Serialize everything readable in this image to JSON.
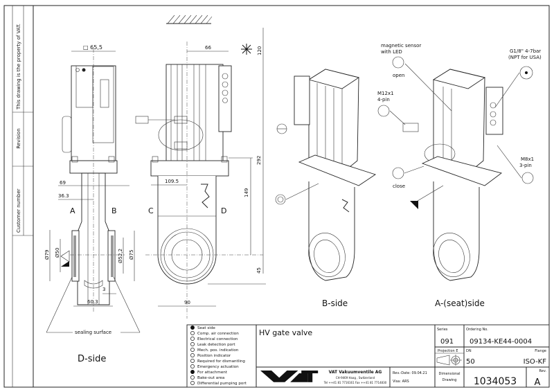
{
  "side_strip": {
    "property_note": "This drawing is the property of VAT.",
    "revision_label": "Revision",
    "customer_number_label": "Customer number"
  },
  "views": {
    "d_side": {
      "caption": "D-side",
      "dim_square": "□ 65,5",
      "dim_69": "69",
      "dim_36_3": "36.3",
      "label_a": "A",
      "label_b": "B",
      "dim_d79": "Ø79",
      "dim_d50": "Ø50",
      "dim_d52_2": "Ø52,2",
      "dim_d75": "Ø75",
      "dim_3": "3",
      "dim_60_3": "60.3",
      "sealing_surface": "sealing surface"
    },
    "c_view": {
      "dim_66": "66",
      "dim_120": "120",
      "dim_292": "292",
      "dim_149": "149",
      "dim_45": "45",
      "dim_109_5": "109.5",
      "dim_90": "90",
      "label_c": "C",
      "label_d": "D"
    },
    "b_side": {
      "caption": "B-side"
    },
    "a_side": {
      "caption": "A-(seat)side",
      "magnetic_sensor_1": "magnetic sensor",
      "magnetic_sensor_2": "with LED",
      "open": "open",
      "close": "close",
      "m12_1": "M12x1",
      "m12_2": "4-pin",
      "g18_1": "G1/8\" 4-7bar",
      "g18_2": "(NPT for USA)",
      "m8_1": "M8x1",
      "m8_2": "3-pin"
    }
  },
  "legend": [
    {
      "icon": "seat-side",
      "label": "Seat side"
    },
    {
      "icon": "comp-air",
      "label": "Comp. air connection"
    },
    {
      "icon": "electrical",
      "label": "Electrical connection"
    },
    {
      "icon": "leak-detection",
      "label": "Leak detection port"
    },
    {
      "icon": "mech-pos",
      "label": "Mech. pos. indication"
    },
    {
      "icon": "position-indicator",
      "label": "Position indicator"
    },
    {
      "icon": "dismantling",
      "label": "Required for dismantling"
    },
    {
      "icon": "emergency",
      "label": "Emergency actuation"
    },
    {
      "icon": "attachment",
      "label": "For attachment"
    },
    {
      "icon": "bake-out",
      "label": "Bake-out area"
    },
    {
      "icon": "diff-pumping",
      "label": "Differential pumping port"
    }
  ],
  "title_block": {
    "title": "HV gate valve",
    "logo_text": "VAT",
    "company": "VAT Vakuumventile AG",
    "address": "CH-9469 Haag , Switzerland",
    "phone": "Tel ++41 81 7716161 Fax ++41 81 7714830",
    "rev_date": "Rev.-Date: 09.04.21",
    "visa": "Visa: ARS",
    "series_label": "Series",
    "series": "091",
    "ordering_label": "Ordering No.",
    "ordering_no": "09134-KE44-0004",
    "projection_label": "Projection E",
    "dn_label": "DN",
    "dn": "50",
    "flange_label": "Flange",
    "flange": "ISO-KF",
    "doc_type_1": "Dimensional",
    "doc_type_2": "Drawing",
    "drawing_no": "1034053",
    "rev_label": "Rev.",
    "rev": "A"
  }
}
